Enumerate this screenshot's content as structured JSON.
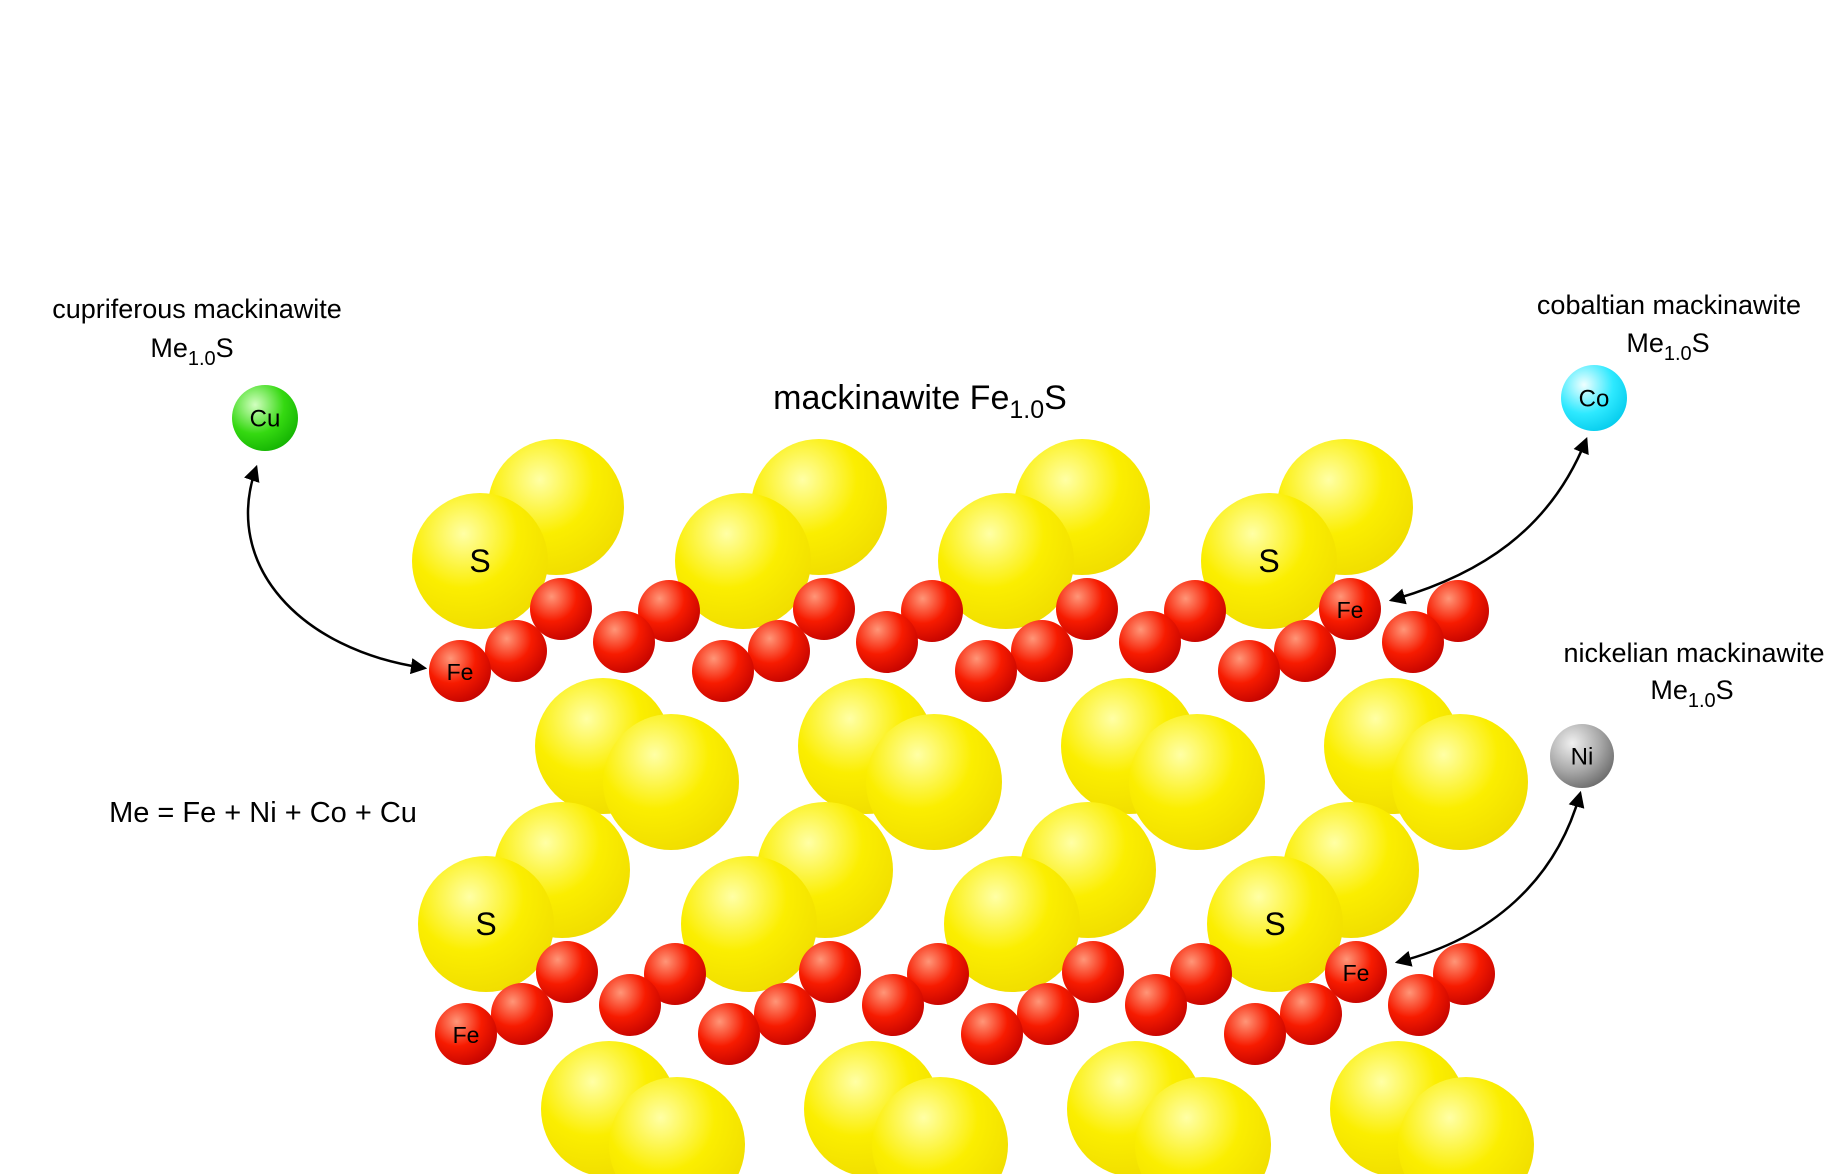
{
  "figure": {
    "title": {
      "pre": "mackinawite Fe",
      "sub": "1.0",
      "post": "S"
    },
    "legend_formula": "Me = Fe + Ni + Co + Cu"
  },
  "atoms": {
    "sulfur": "S",
    "iron": "Fe"
  },
  "substitutions": {
    "cupriferous": {
      "name": "cupriferous mackinawite",
      "formula_pre": "Me",
      "formula_sub": "1.0",
      "formula_post": "S",
      "symbol": "Cu"
    },
    "cobaltian": {
      "name": "cobaltian mackinawite",
      "formula_pre": "Me",
      "formula_sub": "1.0",
      "formula_post": "S",
      "symbol": "Co"
    },
    "nickelian": {
      "name": "nickelian mackinawite",
      "formula_pre": "Me",
      "formula_sub": "1.0",
      "formula_post": "S",
      "symbol": "Ni"
    }
  },
  "colors": {
    "sulfur_highlight": "#ffffa6",
    "sulfur": "#fbee00",
    "sulfur_deep": "#eeda00",
    "iron_highlight": "#ff9678",
    "iron": "#f71b00",
    "iron_dark": "#bd0000",
    "copper_highlight": "#d2ffc0",
    "copper": "#35d911",
    "copper_dark": "#0fae00",
    "cobalt_highlight": "#f0ffff",
    "cobalt": "#2ee9ff",
    "cobalt_dark": "#00c8ea",
    "nickel_highlight": "#f0f0f0",
    "nickel": "#a8a8a8",
    "nickel_dark": "#636363",
    "arrow": "#000000"
  }
}
